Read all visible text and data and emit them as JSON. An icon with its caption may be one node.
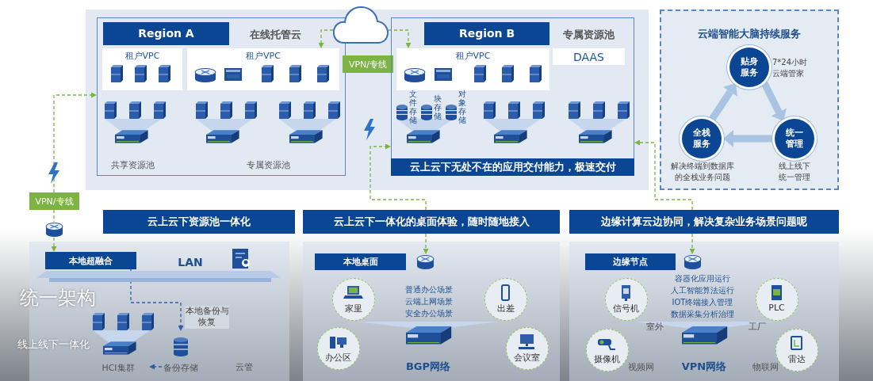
{
  "diagram": {
    "title": "统一架构",
    "caption": "线上线下一体化",
    "nodes": [
      {
        "text": [
          "Region A",
          "在线托管云"
        ]
      },
      {
        "text": [
          "租户VPC"
        ],
        "in": 0
      },
      {
        "text": [
          "租户VPC"
        ],
        "in": 0
      },
      {
        "text": [],
        "shape": "cloud"
      },
      {
        "text": [
          "VPN/专线"
        ]
      },
      {
        "text": [
          "Region B",
          "专属资源池"
        ]
      },
      {
        "text": [
          "租户VPC"
        ],
        "in": 5
      },
      {
        "text": [
          "DAAS"
        ],
        "in": 5
      },
      {
        "text": [
          "云上云下无处不在的应用交付能力，极速交付"
        ],
        "in": 5
      },
      {
        "text": [
          "云端智能大脑持续服务"
        ]
      },
      {
        "text": [
          "贴身服务"
        ],
        "beside": [
          "7*24小时云端管家"
        ],
        "in": 9
      },
      {
        "text": [
          "全栈服务"
        ],
        "beside": [
          "解决终端到数据库的全栈业务问题"
        ],
        "in": 9
      },
      {
        "text": [
          "统一管理"
        ],
        "beside": [
          "线上线下统一管理"
        ],
        "in": 9
      },
      {
        "text": [
          "VPN/专线"
        ]
      },
      {
        "text": [
          "云上云下资源池一体化"
        ]
      },
      {
        "text": [
          "云上云下一体化的桌面体验，随时随地接入"
        ]
      },
      {
        "text": [
          "边缘计算云边协同，解决复杂业务场景问题呢"
        ]
      },
      {
        "text": [],
        "shape": "cylinder"
      },
      {
        "text": [
          "本地超融合"
        ]
      },
      {
        "text": [
          "HCI集群"
        ]
      },
      {
        "text": [
          "备份存储"
        ]
      },
      {
        "text": [
          "本地桌面"
        ]
      },
      {
        "text": [],
        "shape": "cylinder"
      },
      {
        "text": [
          "家里"
        ]
      },
      {
        "text": [
          "出差"
        ]
      },
      {
        "text": [
          "办公区"
        ]
      },
      {
        "text": [
          "会议室"
        ]
      },
      {
        "text": [
          "BGP网络"
        ]
      },
      {
        "text": [
          "边缘节点"
        ]
      },
      {
        "text": [],
        "shape": "cylinder"
      },
      {
        "text": [
          "信号机"
        ]
      },
      {
        "text": [
          "PLC"
        ]
      },
      {
        "text": [
          "摄像机"
        ]
      },
      {
        "text": [
          "雷达"
        ]
      },
      {
        "text": [
          "VPN网络"
        ]
      }
    ],
    "edges": [
      {
        "from": 3,
        "to": 2,
        "arrow": "to",
        "style": "dashed"
      },
      {
        "from": 3,
        "to": 6,
        "arrow": "to",
        "style": "dashed"
      },
      {
        "from": 13,
        "to": 0,
        "arrow": "to",
        "style": "dashed"
      },
      {
        "from": 13,
        "to": 17,
        "arrow": "none",
        "style": "dashed"
      },
      {
        "from": 17,
        "to": 18,
        "arrow": "to",
        "style": "dashed"
      },
      {
        "from": 15,
        "to": 5,
        "arrow": "to",
        "style": "dashed"
      },
      {
        "from": 15,
        "to": 22,
        "arrow": "to",
        "style": "dashed"
      },
      {
        "from": 16,
        "to": 5,
        "arrow": "to",
        "style": "dashed"
      },
      {
        "from": 16,
        "to": 29,
        "arrow": "to",
        "style": "dashed"
      },
      {
        "from": 18,
        "to": 20,
        "arrow": "to",
        "style": "dashed",
        "color": "#2f5ea8",
        "label": "本地备份与恢复"
      },
      {
        "from": 20,
        "to": 19,
        "arrow": "to",
        "style": "dashed",
        "color": "#2f5ea8"
      },
      {
        "from": 10,
        "to": 12,
        "arrow": "to",
        "style": "thick",
        "color": "#a9c3e3"
      },
      {
        "from": 12,
        "to": 11,
        "arrow": "to",
        "style": "thick",
        "color": "#a9c3e3"
      },
      {
        "from": 11,
        "to": 10,
        "arrow": "to",
        "style": "thick",
        "color": "#a9c3e3"
      }
    ],
    "labels": [
      "共享资源池",
      "专属资源池",
      "文件存储",
      "块存储",
      "对象存储",
      "LAN",
      "云管",
      "普通办公场景",
      "云端上网场景",
      "安全办公场景",
      "容器化应用运行",
      "人工智能算法运行",
      "IOT终端接入管理",
      "数据采集分析治理",
      "室外",
      "工厂",
      "视频网",
      "物联网"
    ]
  }
}
